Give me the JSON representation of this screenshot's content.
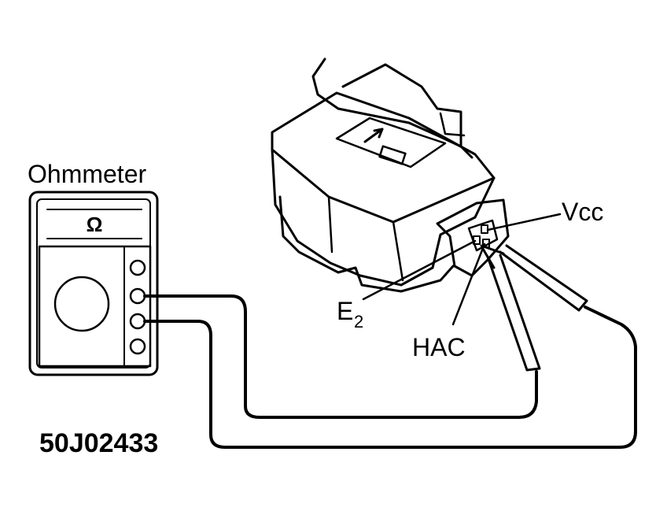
{
  "labels": {
    "meter_title": "Ohmmeter",
    "ohm_symbol": "Ω",
    "vcc": "Vcc",
    "e2_main": "E",
    "e2_sub": "2",
    "hac": "HAC",
    "figure_code": "50J02433"
  }
}
